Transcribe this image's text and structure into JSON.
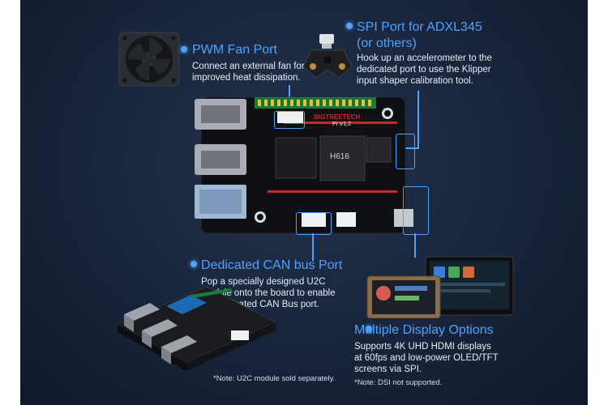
{
  "features": {
    "fan": {
      "title": "PWM Fan Port",
      "desc_line1": "Connect an external fan for",
      "desc_line2": "improved heat dissipation."
    },
    "spi": {
      "title_line1": "SPI Port for ADXL345",
      "title_line2": "(or others)",
      "desc_line1": "Hook up an accelerometer to the",
      "desc_line2": "dedicated port to use the Klipper",
      "desc_line3": "input shaper calibration tool."
    },
    "can": {
      "title": "Dedicated CAN bus Port",
      "desc_line1": "Pop a specially designed U2C",
      "desc_line2": "module onto the board to enable",
      "desc_line3": "the dedicated CAN Bus port.",
      "note": "*Note: U2C module sold separately."
    },
    "display": {
      "title": "Multiple Display Options",
      "desc_line1": "Supports 4K UHD HDMI displays",
      "desc_line2": "at 60fps and low-power OLED/TFT",
      "desc_line3": "screens via SPI.",
      "note": "*Note: DSI not supported."
    }
  },
  "board": {
    "brand": "BIGTREETECH",
    "model": "PI V1.2",
    "chip": "H616"
  },
  "colors": {
    "accent": "#4da3ff",
    "background": "#18243a"
  }
}
